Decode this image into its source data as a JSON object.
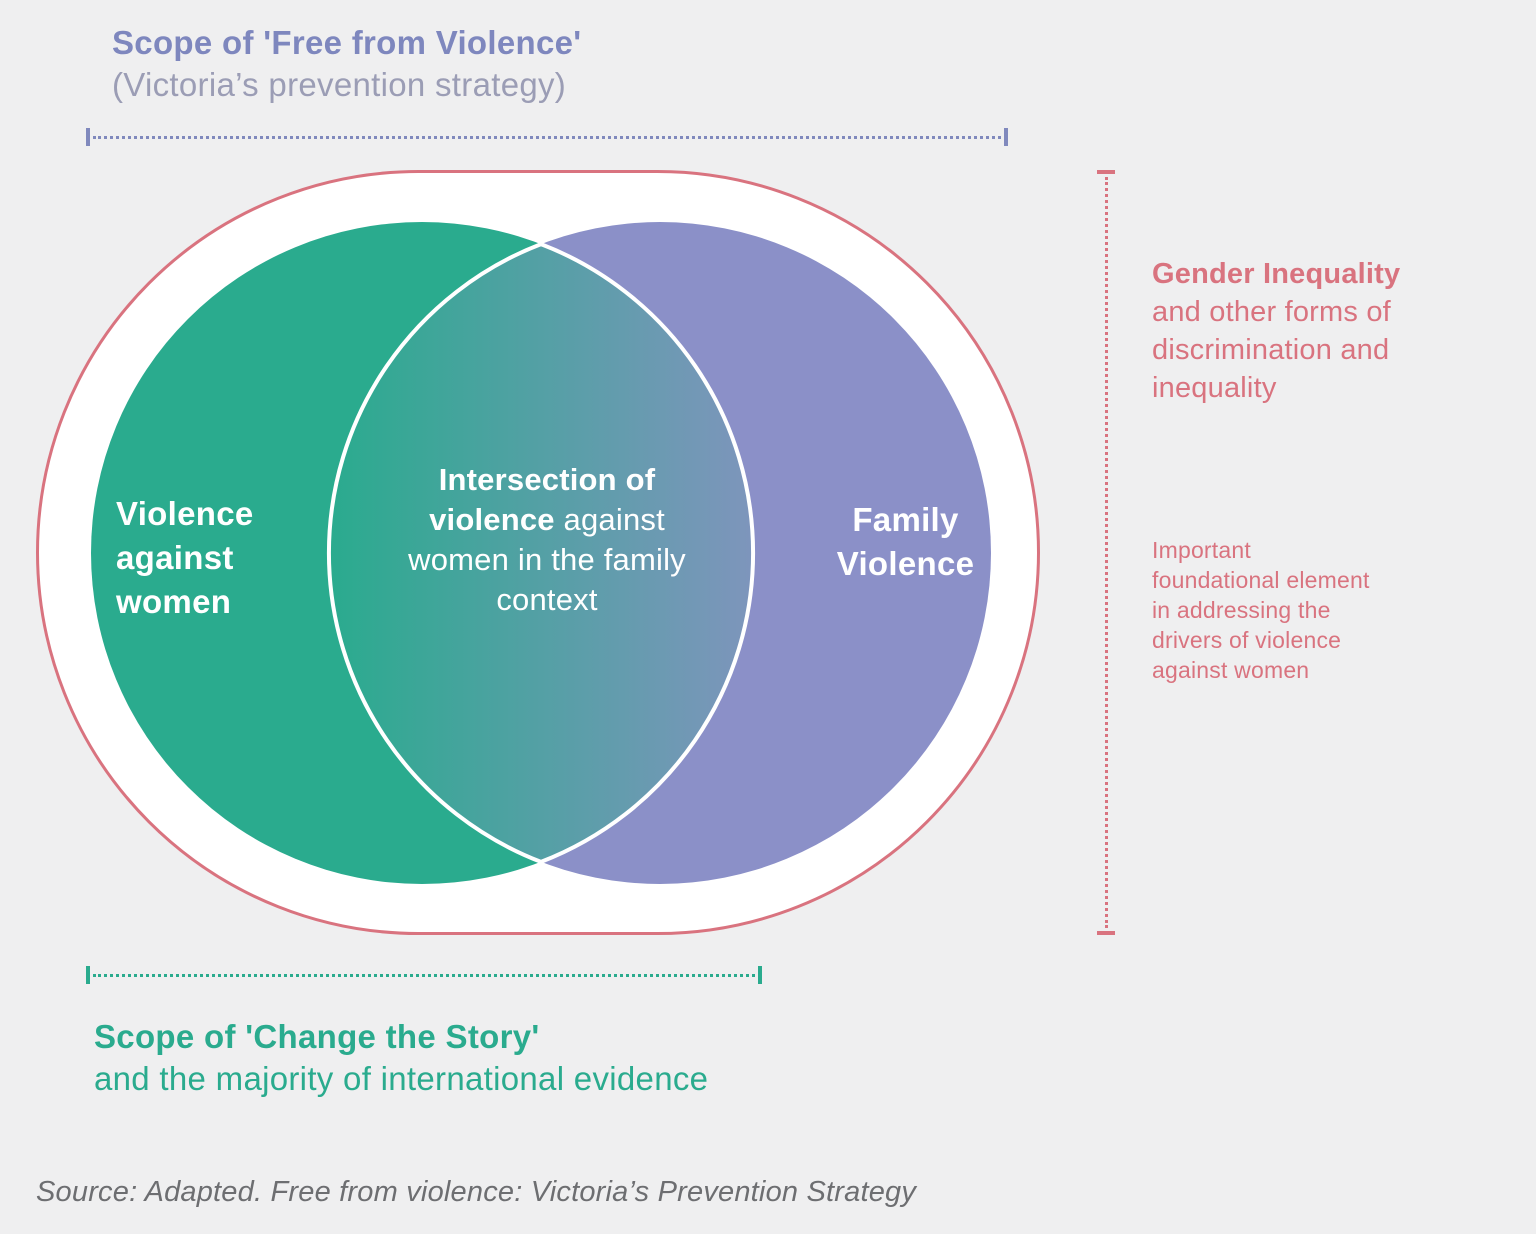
{
  "colors": {
    "background": "#efeff0",
    "teal": "#2aab8e",
    "purple_circle": "#8b90c8",
    "lens_right": "#7e95bc",
    "pink": "#d9737f",
    "title_purple": "#7e87be",
    "subtitle_purple": "#9b9db5",
    "source_gray": "#6d6e71",
    "white": "#ffffff"
  },
  "top_scope": {
    "title": "Scope of 'Free from Violence'",
    "subtitle": "(Victoria’s prevention strategy)"
  },
  "venn": {
    "left_circle_label": "Violence against women",
    "right_circle_label": "Family Violence",
    "intersection_label_bold": "Intersection of violence",
    "intersection_label_rest": " against women in the family context"
  },
  "right_panel": {
    "heading_bold": "Gender Inequality",
    "heading_rest": " and other forms of discrimination and inequality",
    "body": "Important foundational element in addressing the drivers of violence against women"
  },
  "bottom_scope": {
    "title": "Scope of 'Change the Story'",
    "subtitle": "and the majority of international evidence"
  },
  "source": "Source: Adapted. Free from violence: Victoria’s Prevention Strategy"
}
